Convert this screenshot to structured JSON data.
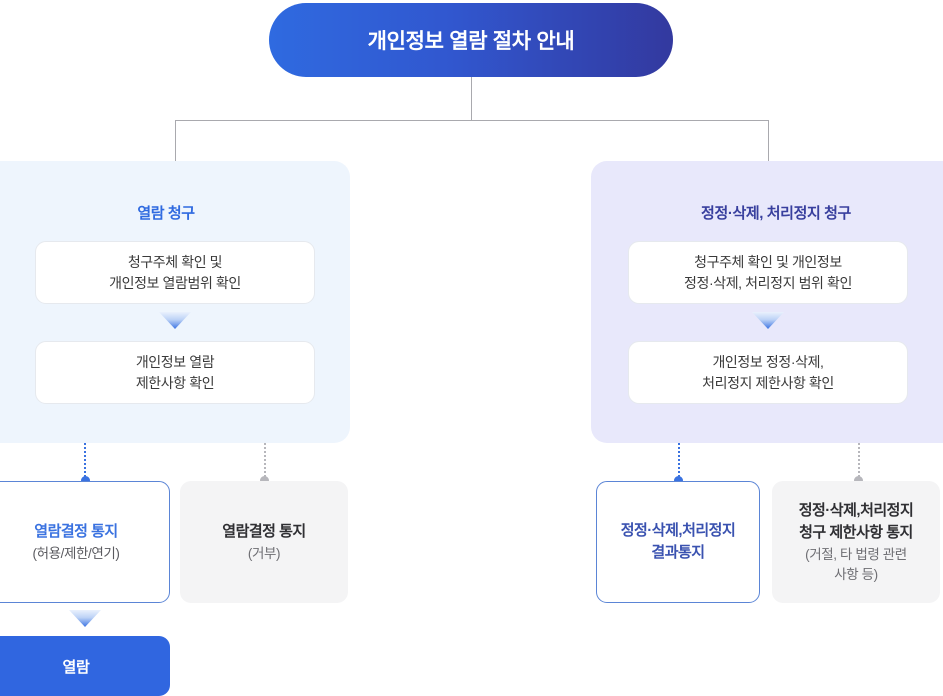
{
  "title": {
    "text": "개인정보 열람 절차 안내"
  },
  "branches": [
    {
      "id": "view-request",
      "heading": "열람 청구",
      "steps": [
        "청구주체 확인 및\n개인정보 열람범위 확인",
        "개인정보 열람\n제한사항 확인"
      ],
      "results": [
        {
          "id": "view-decision-notice",
          "style": "outlined-blue",
          "title": "열람결정 통지",
          "subtitle": "(허용/제한/연기)"
        },
        {
          "id": "view-decision-refusal",
          "style": "muted",
          "title": "열람결정 통지",
          "subtitle": "(거부)"
        }
      ],
      "final": {
        "id": "view-action",
        "label": "열람"
      }
    },
    {
      "id": "correction-delete-suspend-request",
      "heading": "정정·삭제, 처리정지 청구",
      "steps": [
        "청구주체 확인 및 개인정보\n정정·삭제, 처리정지 범위 확인",
        "개인정보 정정·삭제,\n처리정지 제한사항 확인"
      ],
      "results": [
        {
          "id": "correction-result-notice",
          "style": "outlined-indigo",
          "title": "정정·삭제,처리정지\n결과통지",
          "subtitle": ""
        },
        {
          "id": "correction-restriction-notice",
          "style": "muted",
          "title": "정정·삭제,처리정지\n청구 제한사항 통지",
          "subtitle": "(거절, 타 법령 관련\n사항 등)"
        }
      ],
      "final": null
    }
  ],
  "colors": {
    "title_gradient_start": "#2f6ae0",
    "title_gradient_end": "#33399f",
    "panel_left_bg": "#eef5fd",
    "panel_right_bg": "#e8e8fb",
    "accent_blue": "#3a72e0",
    "accent_indigo": "#383f9e",
    "muted_bg": "#f4f4f5",
    "connector_gray": "#a9a9ae",
    "cta_bg": "#3066e0"
  }
}
